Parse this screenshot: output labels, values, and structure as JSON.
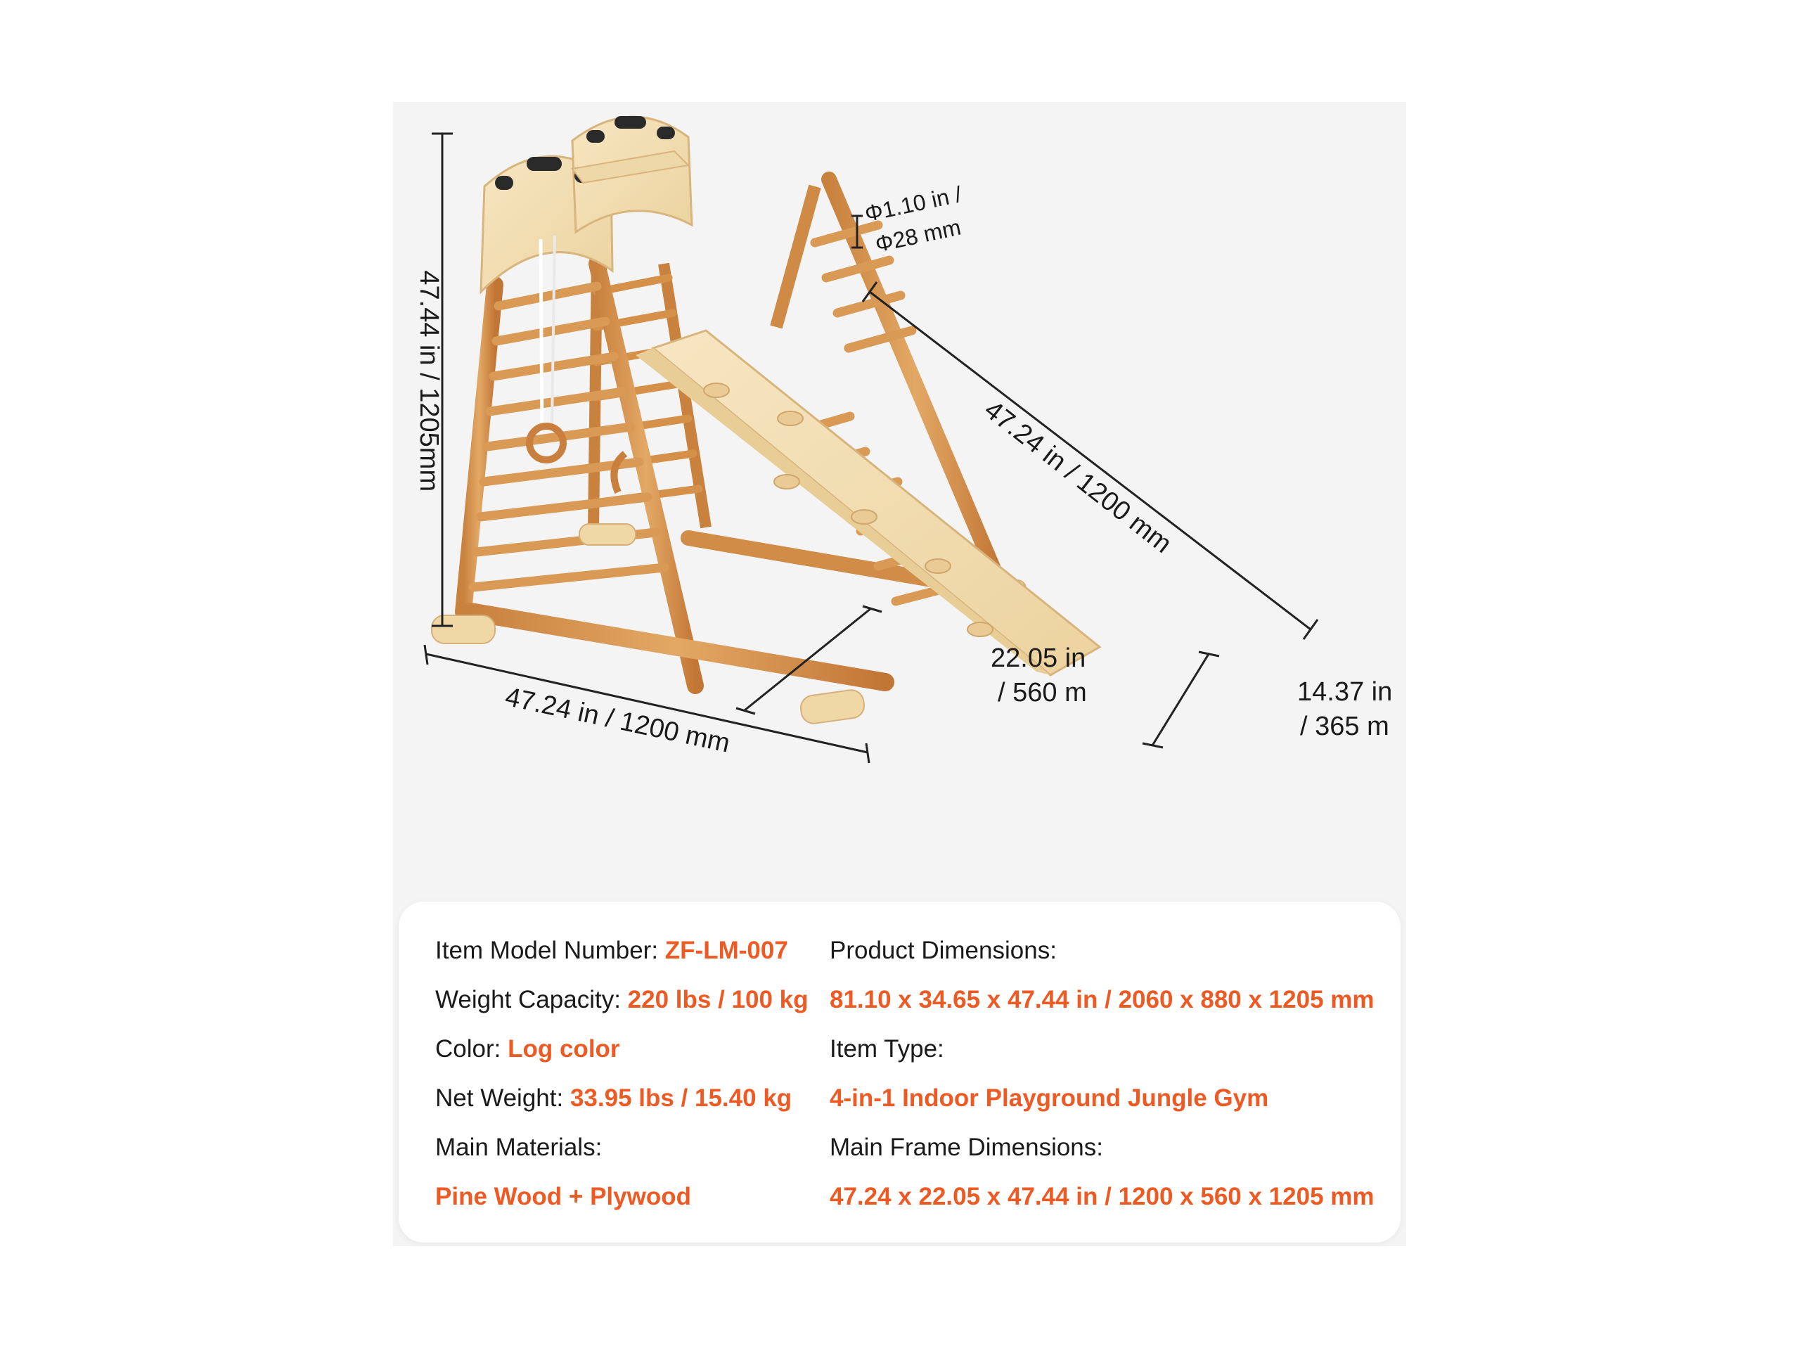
{
  "dimensions": {
    "height": "47.44 in / 1205mm",
    "rung_diameter_line1": "Φ1.10 in /",
    "rung_diameter_line2": "Φ28 mm",
    "slide_length": "47.24 in / 1200 mm",
    "frame_length": "47.24 in / 1200 mm",
    "frame_depth_line1": "22.05 in",
    "frame_depth_line2": "/ 560 m",
    "slide_width_line1": "14.37 in",
    "slide_width_line2": "/ 365 m"
  },
  "specs": {
    "model": {
      "label": "Item Model Number:",
      "value": "ZF-LM-007"
    },
    "capacity": {
      "label": "Weight Capacity:",
      "value": "220 lbs / 100 kg"
    },
    "color": {
      "label": "Color:",
      "value": "Log color"
    },
    "net_weight": {
      "label": "Net Weight:",
      "value": "33.95 lbs / 15.40 kg"
    },
    "materials": {
      "label": "Main Materials:",
      "value": "Pine Wood + Plywood"
    },
    "product_dimensions": {
      "label": "Product Dimensions:",
      "value": "81.10 x 34.65 x 47.44 in / 2060 x 880 x 1205 mm"
    },
    "item_type": {
      "label": "Item Type:",
      "value": "4-in-1 Indoor Playground Jungle Gym"
    },
    "frame_dimensions": {
      "label": "Main Frame Dimensions:",
      "value": "47.24 x 22.05 x 47.44 in / 1200 x 560 x 1205 mm"
    }
  },
  "colors": {
    "accent": "#ee5a24",
    "text": "#1a1a1a",
    "panel": "#f4f4f4",
    "wood_frame": "#d99a55",
    "wood_light": "#f3dcad"
  }
}
